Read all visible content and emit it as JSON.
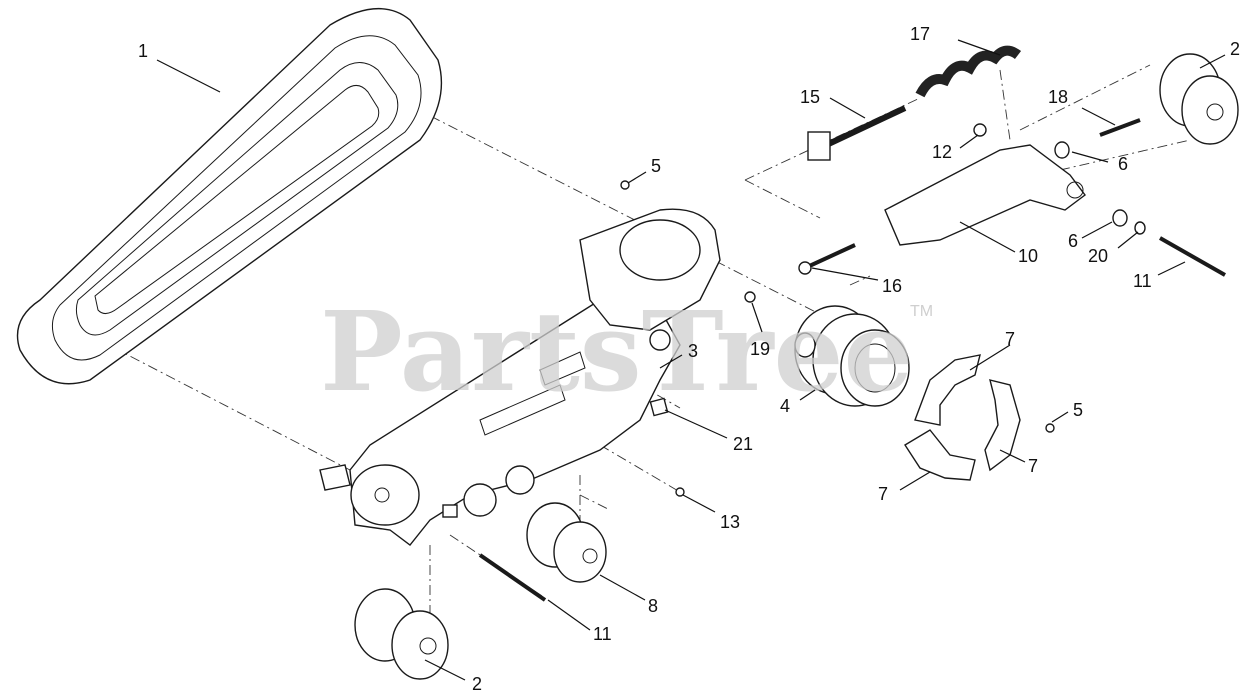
{
  "watermark": {
    "text": "PartsTree",
    "trademark": "TM"
  },
  "callouts": [
    {
      "id": "c1",
      "label": "1"
    },
    {
      "id": "c2a",
      "label": "2"
    },
    {
      "id": "c2b",
      "label": "2"
    },
    {
      "id": "c3",
      "label": "3"
    },
    {
      "id": "c4",
      "label": "4"
    },
    {
      "id": "c5a",
      "label": "5"
    },
    {
      "id": "c5b",
      "label": "5"
    },
    {
      "id": "c6a",
      "label": "6"
    },
    {
      "id": "c6b",
      "label": "6"
    },
    {
      "id": "c7a",
      "label": "7"
    },
    {
      "id": "c7b",
      "label": "7"
    },
    {
      "id": "c7c",
      "label": "7"
    },
    {
      "id": "c8",
      "label": "8"
    },
    {
      "id": "c10",
      "label": "10"
    },
    {
      "id": "c11a",
      "label": "11"
    },
    {
      "id": "c11b",
      "label": "11"
    },
    {
      "id": "c12",
      "label": "12"
    },
    {
      "id": "c13",
      "label": "13"
    },
    {
      "id": "c15",
      "label": "15"
    },
    {
      "id": "c16",
      "label": "16"
    },
    {
      "id": "c17",
      "label": "17"
    },
    {
      "id": "c18",
      "label": "18"
    },
    {
      "id": "c19",
      "label": "19"
    },
    {
      "id": "c20",
      "label": "20"
    },
    {
      "id": "c21",
      "label": "21"
    }
  ]
}
